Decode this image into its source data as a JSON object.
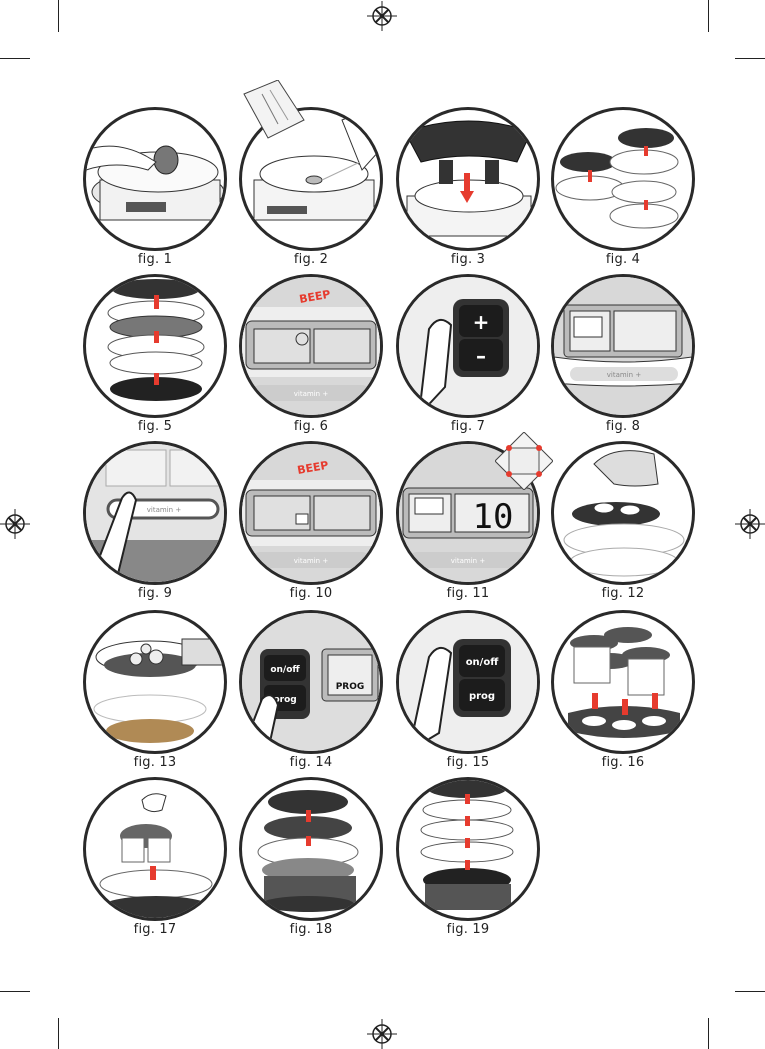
{
  "figures": [
    {
      "caption": "fig. 1"
    },
    {
      "caption": "fig. 2"
    },
    {
      "caption": "fig. 3"
    },
    {
      "caption": "fig. 4"
    },
    {
      "caption": "fig. 5"
    },
    {
      "caption": "fig. 6",
      "beep": "BEEP",
      "strip": "vitamin +"
    },
    {
      "caption": "fig. 7",
      "plus": "+",
      "minus": "–"
    },
    {
      "caption": "fig. 8",
      "strip": "vitamin +"
    },
    {
      "caption": "fig. 9",
      "strip": "vitamin +"
    },
    {
      "caption": "fig. 10",
      "beep": "BEEP",
      "strip": "vitamin +"
    },
    {
      "caption": "fig. 11",
      "strip": "vitamin +",
      "display": "10"
    },
    {
      "caption": "fig. 12"
    },
    {
      "caption": "fig. 13"
    },
    {
      "caption": "fig. 14",
      "onoff": "on/off",
      "prog": "prog",
      "progcode": "PROG"
    },
    {
      "caption": "fig. 15",
      "onoff": "on/off",
      "prog": "prog"
    },
    {
      "caption": "fig. 16"
    },
    {
      "caption": "fig. 17"
    },
    {
      "caption": "fig. 18"
    },
    {
      "caption": "fig. 19"
    }
  ],
  "colors": {
    "accent": "#e63b2e",
    "dark": "#2a2a2a",
    "grey": "#8d8d8d",
    "light": "#d9d9d9"
  }
}
